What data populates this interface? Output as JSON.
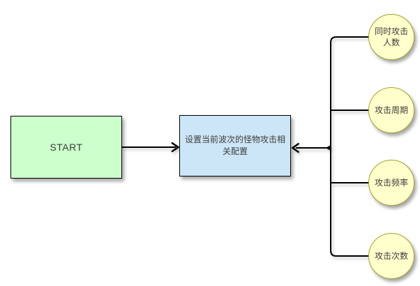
{
  "diagram": {
    "type": "flowchart",
    "background_color": "#ffffff",
    "connector_color": "#000000",
    "text_color": "#3d3d3d",
    "nodes": {
      "start": {
        "shape": "rectangle",
        "label": "START",
        "fill": "#ccffcc",
        "border_color": "#000000"
      },
      "config": {
        "shape": "rectangle",
        "label": "设置当前波次的怪物攻击相关配置",
        "fill": "#cce6f7",
        "border_color": "#000000"
      },
      "attributes": {
        "shape": "circle",
        "fill": "#ffffcc",
        "border_color": "#a3a32e",
        "items": [
          {
            "label": "同时攻击人数"
          },
          {
            "label": "攻击周期"
          },
          {
            "label": "攻击频率"
          },
          {
            "label": "攻击次数"
          }
        ]
      }
    },
    "edges": [
      {
        "from": "start",
        "to": "config",
        "arrow": "into-config"
      },
      {
        "from": "attributes",
        "to": "config",
        "arrow": "into-config"
      }
    ]
  }
}
